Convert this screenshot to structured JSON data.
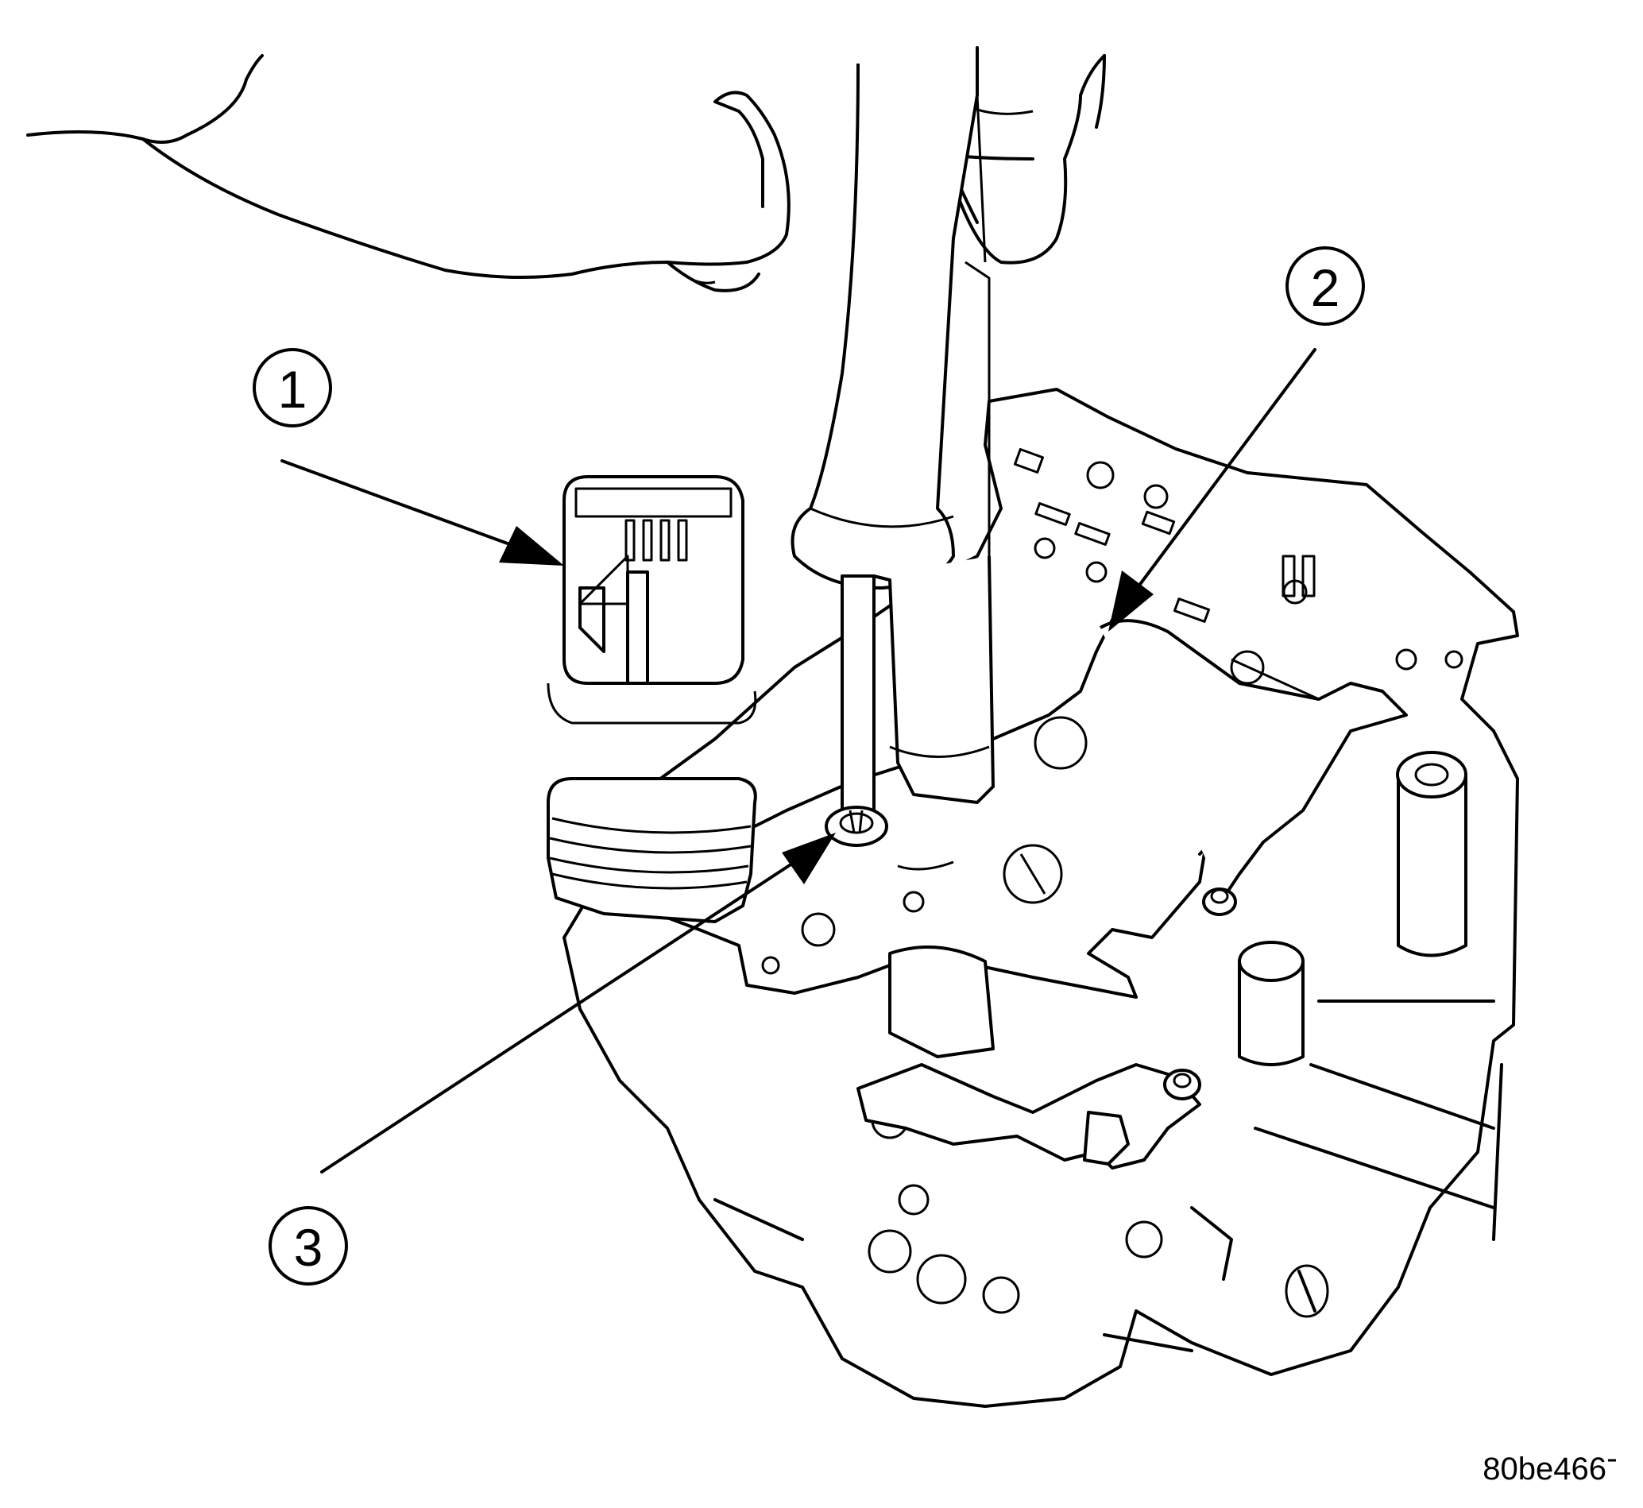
{
  "figure": {
    "id_code": "80be466",
    "callouts": [
      {
        "number": "1"
      },
      {
        "number": "2"
      },
      {
        "number": "3"
      }
    ]
  }
}
